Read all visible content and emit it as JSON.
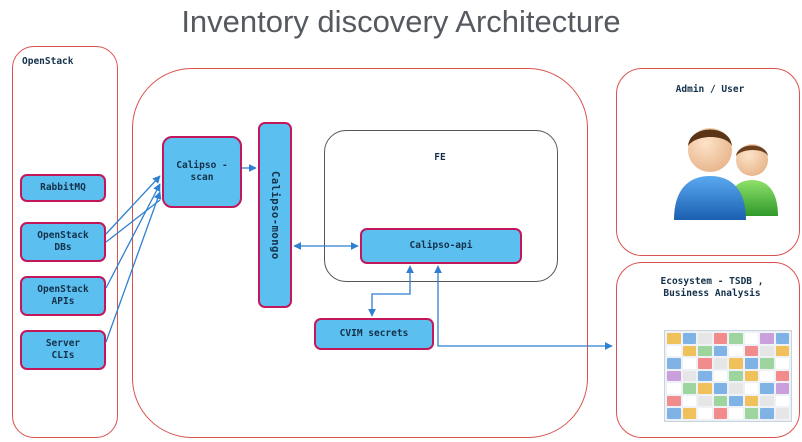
{
  "title": "Inventory discovery Architecture",
  "openstack": {
    "label": "OpenStack",
    "items": [
      "RabbitMQ",
      "OpenStack DBs",
      "OpenStack APIs",
      "Server CLIs"
    ]
  },
  "calipso_scan": "Calipso -scan",
  "calipso_mongo": "Calipso-mongo",
  "fe_label": "FE",
  "calipso_api": "Calipso-api",
  "cvim_secrets": "CVIM secrets",
  "admin_label": "Admin / User",
  "ecosystem_label": "Ecosystem - TSDB , Business Analysis",
  "colors": {
    "box_fill": "#5bc0ef",
    "box_border": "#c2185b",
    "panel_border": "#d9534f",
    "arrow": "#2f80d0"
  }
}
